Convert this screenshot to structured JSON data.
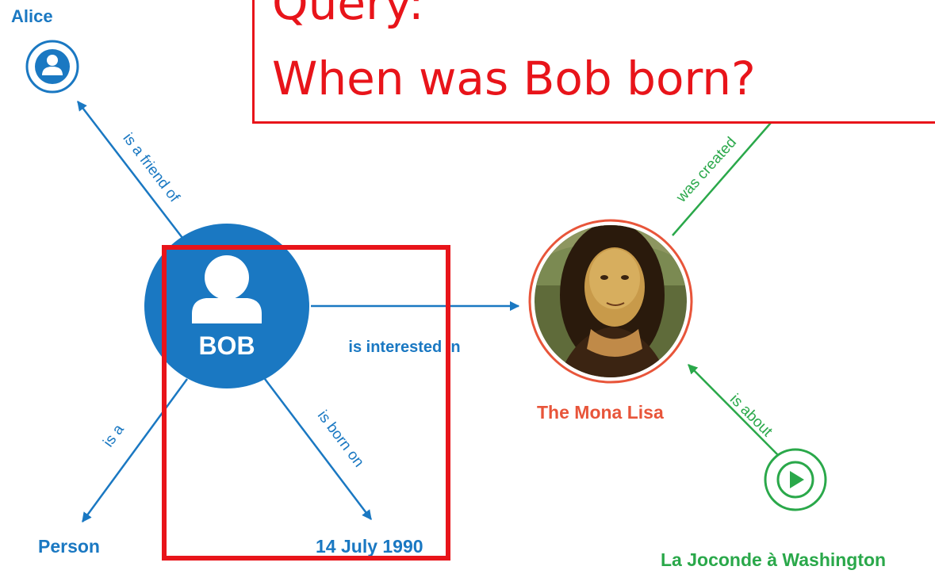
{
  "query": {
    "line1": "Query:",
    "line2": "When was Bob born?"
  },
  "nodes": {
    "alice": {
      "label": "Alice",
      "icon": "user-icon"
    },
    "bob": {
      "label": "BOB",
      "icon": "user-icon"
    },
    "person": {
      "label": "Person"
    },
    "birth_date": {
      "label": "14 July 1990"
    },
    "mona_lisa": {
      "label": "The Mona Lisa",
      "icon": "mona-lisa-portrait"
    },
    "joconde": {
      "label": "La Joconde à Washington",
      "icon": "play-icon"
    }
  },
  "edges": {
    "friend": "is a friend of",
    "is_a": "is a",
    "born_on": "is born on",
    "interested_in": "is interested in",
    "created": "was created",
    "about": "is about"
  },
  "colors": {
    "blue": "#1a78c2",
    "green": "#2aa84a",
    "orange": "#e8553a",
    "red": "#e8141a"
  }
}
